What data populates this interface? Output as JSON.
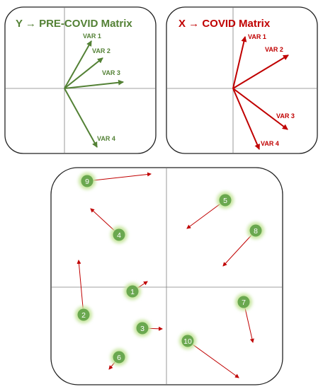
{
  "colors": {
    "green": "#538135",
    "red": "#c00000",
    "node_fill": "#6aa84f",
    "node_glow": "#c8e6a0",
    "axis": "#808080",
    "frame": "#222222"
  },
  "panels": {
    "pre_covid": {
      "title": "Y → PRE-COVID Matrix",
      "vectors": [
        {
          "label": "VAR 1"
        },
        {
          "label": "VAR 2"
        },
        {
          "label": "VAR 3"
        },
        {
          "label": "VAR 4"
        }
      ]
    },
    "covid": {
      "title": "X → COVID Matrix",
      "vectors": [
        {
          "label": "VAR 1"
        },
        {
          "label": "VAR 2"
        },
        {
          "label": "VAR 3"
        },
        {
          "label": "VAR 4"
        }
      ]
    }
  },
  "nodes": [
    {
      "label": "1"
    },
    {
      "label": "2"
    },
    {
      "label": "3"
    },
    {
      "label": "4"
    },
    {
      "label": "5"
    },
    {
      "label": "6"
    },
    {
      "label": "7"
    },
    {
      "label": "8"
    },
    {
      "label": "9"
    },
    {
      "label": "10"
    }
  ]
}
